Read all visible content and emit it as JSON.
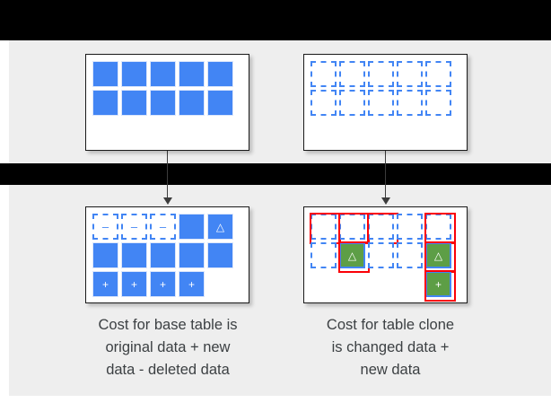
{
  "slide": {
    "background_color": "#eeeeee",
    "page_color": "#ffffff",
    "band_color": "#000000",
    "accent_blue": "#4285f4",
    "accent_green": "#5d9e46",
    "highlight_red": "#fb0007",
    "caption_color": "#3c4043"
  },
  "tables": {
    "top_left": {
      "name": "base-table-original",
      "rows": [
        [
          {
            "type": "solid",
            "glyph": ""
          },
          {
            "type": "solid",
            "glyph": ""
          },
          {
            "type": "solid",
            "glyph": ""
          },
          {
            "type": "solid",
            "glyph": ""
          },
          {
            "type": "solid",
            "glyph": ""
          }
        ],
        [
          {
            "type": "solid",
            "glyph": ""
          },
          {
            "type": "solid",
            "glyph": ""
          },
          {
            "type": "solid",
            "glyph": ""
          },
          {
            "type": "solid",
            "glyph": ""
          },
          {
            "type": "solid",
            "glyph": ""
          }
        ]
      ]
    },
    "top_right": {
      "name": "table-clone-initial",
      "rows": [
        [
          {
            "type": "dashed",
            "glyph": ""
          },
          {
            "type": "dashed",
            "glyph": ""
          },
          {
            "type": "dashed",
            "glyph": ""
          },
          {
            "type": "dashed",
            "glyph": ""
          },
          {
            "type": "dashed",
            "glyph": ""
          }
        ],
        [
          {
            "type": "dashed",
            "glyph": ""
          },
          {
            "type": "dashed",
            "glyph": ""
          },
          {
            "type": "dashed",
            "glyph": ""
          },
          {
            "type": "dashed",
            "glyph": ""
          },
          {
            "type": "dashed",
            "glyph": ""
          }
        ]
      ]
    },
    "bottom_left": {
      "name": "base-table-after-changes",
      "rows": [
        [
          {
            "type": "dashed",
            "glyph": "–",
            "highlight": false
          },
          {
            "type": "dashed",
            "glyph": "–",
            "highlight": false
          },
          {
            "type": "dashed",
            "glyph": "–",
            "highlight": false
          },
          {
            "type": "solid",
            "glyph": "",
            "highlight": false
          },
          {
            "type": "solid",
            "glyph": "△",
            "highlight": false
          }
        ],
        [
          {
            "type": "solid",
            "glyph": "",
            "highlight": false
          },
          {
            "type": "solid",
            "glyph": "",
            "highlight": false
          },
          {
            "type": "solid",
            "glyph": "",
            "highlight": false
          },
          {
            "type": "solid",
            "glyph": "",
            "highlight": false
          },
          {
            "type": "solid",
            "glyph": "",
            "highlight": false
          }
        ],
        [
          {
            "type": "solid",
            "glyph": "+",
            "highlight": false
          },
          {
            "type": "solid",
            "glyph": "+",
            "highlight": false
          },
          {
            "type": "solid",
            "glyph": "+",
            "highlight": false
          },
          {
            "type": "solid",
            "glyph": "+",
            "highlight": false
          },
          {
            "type": "empty",
            "glyph": "",
            "highlight": false
          }
        ]
      ]
    },
    "bottom_right": {
      "name": "table-clone-after-changes",
      "rows": [
        [
          {
            "type": "dashed",
            "glyph": "",
            "highlight": true
          },
          {
            "type": "dashed",
            "glyph": "",
            "highlight": true
          },
          {
            "type": "dashed",
            "glyph": "",
            "highlight": true
          },
          {
            "type": "dashed",
            "glyph": "",
            "highlight": false
          },
          {
            "type": "dashed",
            "glyph": "",
            "highlight": true
          }
        ],
        [
          {
            "type": "dashed",
            "glyph": "",
            "highlight": false
          },
          {
            "type": "green",
            "glyph": "△",
            "highlight": true
          },
          {
            "type": "dashed",
            "glyph": "",
            "highlight": false
          },
          {
            "type": "dashed",
            "glyph": "",
            "highlight": false
          },
          {
            "type": "green",
            "glyph": "△",
            "highlight": true
          }
        ],
        [
          {
            "type": "empty",
            "glyph": "",
            "highlight": false
          },
          {
            "type": "empty",
            "glyph": "",
            "highlight": false
          },
          {
            "type": "empty",
            "glyph": "",
            "highlight": false
          },
          {
            "type": "empty",
            "glyph": "",
            "highlight": false
          },
          {
            "type": "green",
            "glyph": "+",
            "highlight": true
          }
        ]
      ]
    }
  },
  "captions": {
    "left": {
      "line1": "Cost for base table is",
      "line2": "original data + new",
      "line3": "data - deleted data"
    },
    "right": {
      "line1": "Cost for table clone",
      "line2": "is changed data +",
      "line3": "new data"
    }
  },
  "arrows": {
    "left": {
      "name": "arrow-base-table-down"
    },
    "right": {
      "name": "arrow-table-clone-down"
    }
  }
}
